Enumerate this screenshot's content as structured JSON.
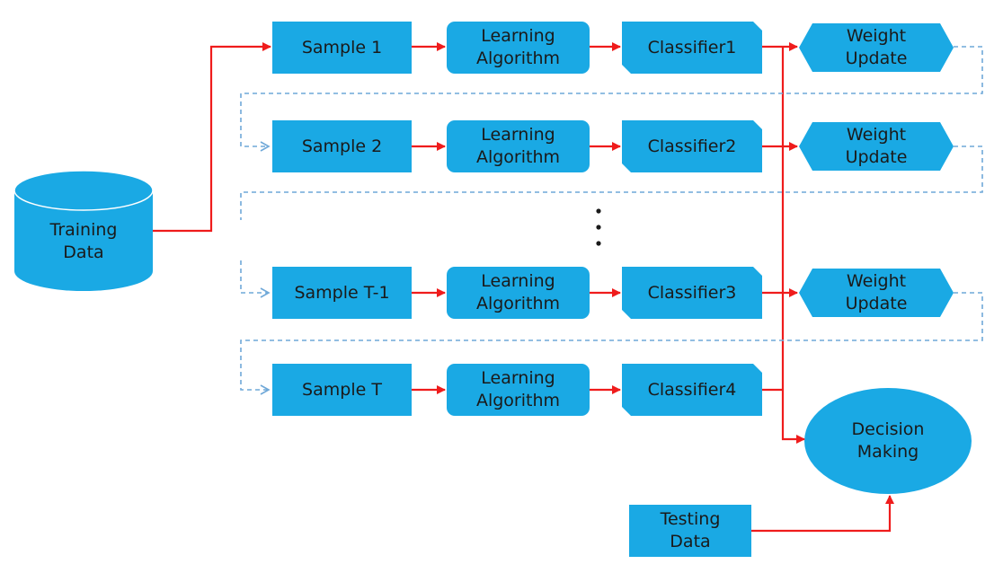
{
  "diagram": {
    "training_data": "Training\nData",
    "testing_data": "Testing\nData",
    "decision_making": "Decision\nMaking",
    "rows": [
      {
        "sample": "Sample 1",
        "algorithm": "Learning\nAlgorithm",
        "classifier": "Classifier1",
        "weight_update": "Weight\nUpdate"
      },
      {
        "sample": "Sample 2",
        "algorithm": "Learning\nAlgorithm",
        "classifier": "Classifier2",
        "weight_update": "Weight\nUpdate"
      },
      {
        "sample": "Sample T-1",
        "algorithm": "Learning\nAlgorithm",
        "classifier": "Classifier3",
        "weight_update": "Weight\nUpdate"
      },
      {
        "sample": "Sample T",
        "algorithm": "Learning\nAlgorithm",
        "classifier": "Classifier4",
        "weight_update": ""
      }
    ]
  },
  "colors": {
    "node_fill": "#1aa9e4",
    "node_text": "#1a1a1a",
    "main_flow": "#ef1c1c",
    "feedback_flow": "#6fa8d8",
    "ellipsis_dots": "#1a1a1a"
  }
}
